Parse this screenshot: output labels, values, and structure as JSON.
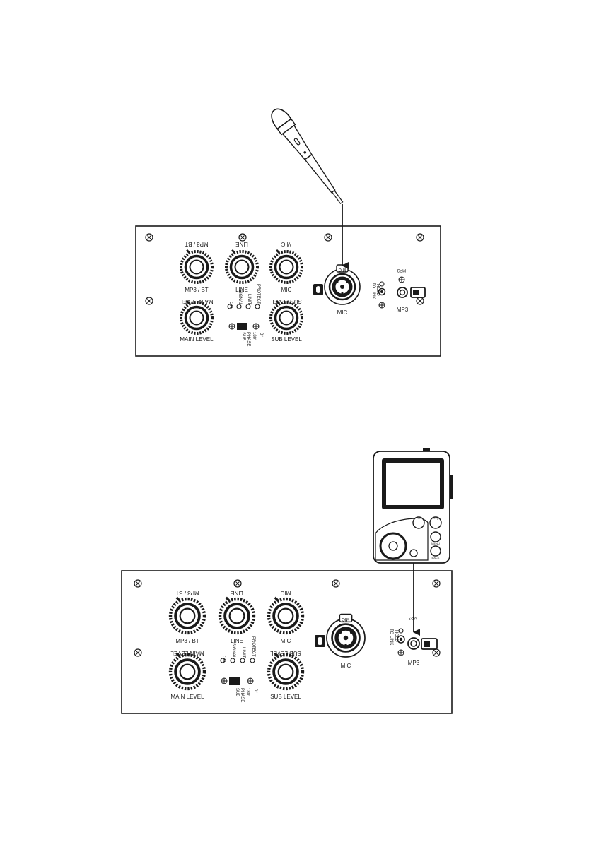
{
  "panel": {
    "knobs": {
      "mp3_bt": "MP3 / BT",
      "line": "LINE",
      "mic": "MIC",
      "main_level": "MAIN LEVEL",
      "sub_level": "SUB LEVEL"
    },
    "leds": {
      "on": "ON",
      "signal": "SIGNAL",
      "limit": "LIMIT",
      "protect": "PROTECT"
    },
    "phase": {
      "title_a": "SUB",
      "title_b": "PHASE",
      "deg0": "0°",
      "deg180": "180°"
    },
    "combo_jack": "MIC",
    "mp3": {
      "label": "MP3",
      "hold_a": "HOLD",
      "hold_b": "TO LINK"
    }
  },
  "player": {
    "buttons": {
      "prev": "|<<",
      "next": ">>|",
      "menu": "MENU",
      "back": "BACK"
    }
  }
}
